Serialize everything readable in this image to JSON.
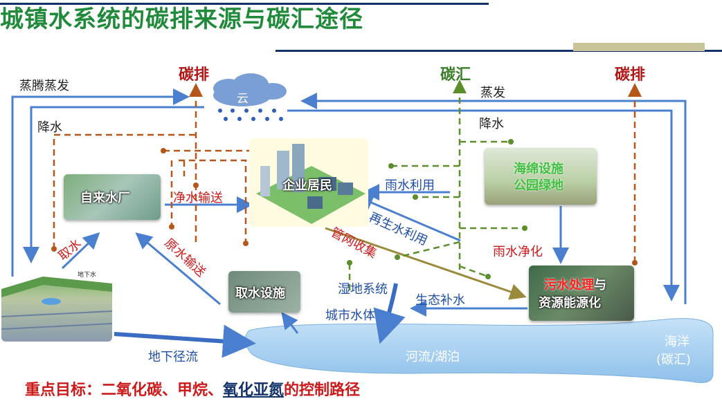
{
  "title": "城镇水系统的碳排来源与碳汇途径",
  "labels": {
    "carbon_emission_left": "碳排",
    "carbon_sink_mid": "碳汇",
    "carbon_emission_right": "碳排",
    "evap_left": "蒸腾蒸发",
    "precip_left": "降水",
    "cloud": "云",
    "evap_right": "蒸发",
    "precip_right": "降水",
    "water_plant": "自来水厂",
    "clean_water_transport": "净水输送",
    "enterprise_residents": "企业居民",
    "rainwater_use": "雨水利用",
    "sponge_park": "海绵设施\n公园绿地",
    "reclaimed_water_use": "再生水利用",
    "pipe_collection": "管网收集",
    "rain_purification": "雨水净化",
    "intake": "取水",
    "raw_water_transport": "原水输送",
    "intake_facility": "取水设施",
    "wetland": "湿地系统",
    "urban_water": "城市水体",
    "eco_replenish": "生态补水",
    "wwtp_part1": "污水处理",
    "wwtp_part2": "与",
    "wwtp_line2": "资源能源化",
    "groundwater_runoff": "地下径流",
    "river_lake": "河流/湖泊",
    "ocean": "海洋",
    "ocean_sink": "(碳汇)",
    "groundwater_title": "地下水"
  },
  "goal": {
    "prefix": "重点目标：二氧化碳、甲烷、",
    "n2o": "氧化亚氮",
    "suffix": "的控制路径"
  },
  "colors": {
    "title_green": "#1f8a3a",
    "header_navy": "#12306a",
    "header_khaki": "#c9c59a",
    "flow_blue": "#4a7fd0",
    "emission_dash": "#b5561a",
    "sink_dash": "#5a8f2a",
    "wastewater_olive": "#9a8a3a",
    "water_body": "#a9d1f2",
    "label_red": "#cc1a1a"
  }
}
